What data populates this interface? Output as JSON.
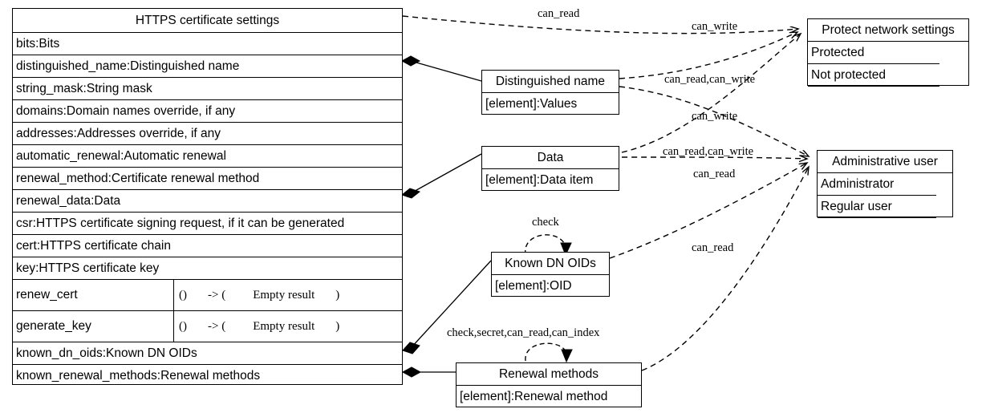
{
  "diagram": {
    "type": "uml-class-diagram",
    "title": "HTTPS certificate settings model"
  },
  "main_class": {
    "name": "HTTPS certificate settings",
    "attributes": [
      "bits:Bits",
      "distinguished_name:Distinguished name",
      "string_mask:String mask",
      "domains:Domain names override, if any",
      "addresses:Addresses override, if any",
      "automatic_renewal:Automatic renewal",
      "renewal_method:Certificate renewal method",
      "renewal_data:Data",
      "csr:HTTPS certificate signing request, if it can be generated",
      "cert:HTTPS certificate chain",
      "key:HTTPS certificate key"
    ],
    "methods": [
      {
        "name": "renew_cert",
        "args": "()",
        "arrow": "-> (",
        "result": "Empty result",
        "close": ")"
      },
      {
        "name": "generate_key",
        "args": "()",
        "arrow": "-> (",
        "result": "Empty result",
        "close": ")"
      }
    ],
    "trailing_attributes": [
      "known_dn_oids:Known DN OIDs",
      "known_renewal_methods:Renewal methods"
    ]
  },
  "classes": {
    "distinguished_name": {
      "name": "Distinguished name",
      "rows": [
        "[element]:Values"
      ]
    },
    "data": {
      "name": "Data",
      "rows": [
        "[element]:Data item"
      ]
    },
    "known_dn_oids": {
      "name": "Known DN OIDs",
      "rows": [
        "[element]:OID"
      ]
    },
    "renewal_methods": {
      "name": "Renewal methods",
      "rows": [
        "[element]:Renewal method"
      ]
    },
    "protect_network_settings": {
      "name": "Protect network settings",
      "rows": [
        "Protected",
        "Not protected"
      ]
    },
    "administrative_user": {
      "name": "Administrative user",
      "rows": [
        "Administrator",
        "Regular user"
      ]
    }
  },
  "edge_labels": {
    "main_to_protect": "can_read",
    "protect_can_write": "can_write",
    "dn_to_protect": "can_read,can_write",
    "data_can_write": "can_write",
    "data_to_admin": "can_read,can_write",
    "admin_can_read_upper": "can_read",
    "oids_check_self": "check",
    "oids_to_admin": "can_read",
    "renewal_self": "check,secret,can_read,can_index"
  },
  "colors": {
    "stroke": "#000000",
    "background": "#ffffff",
    "text": "#000000"
  }
}
